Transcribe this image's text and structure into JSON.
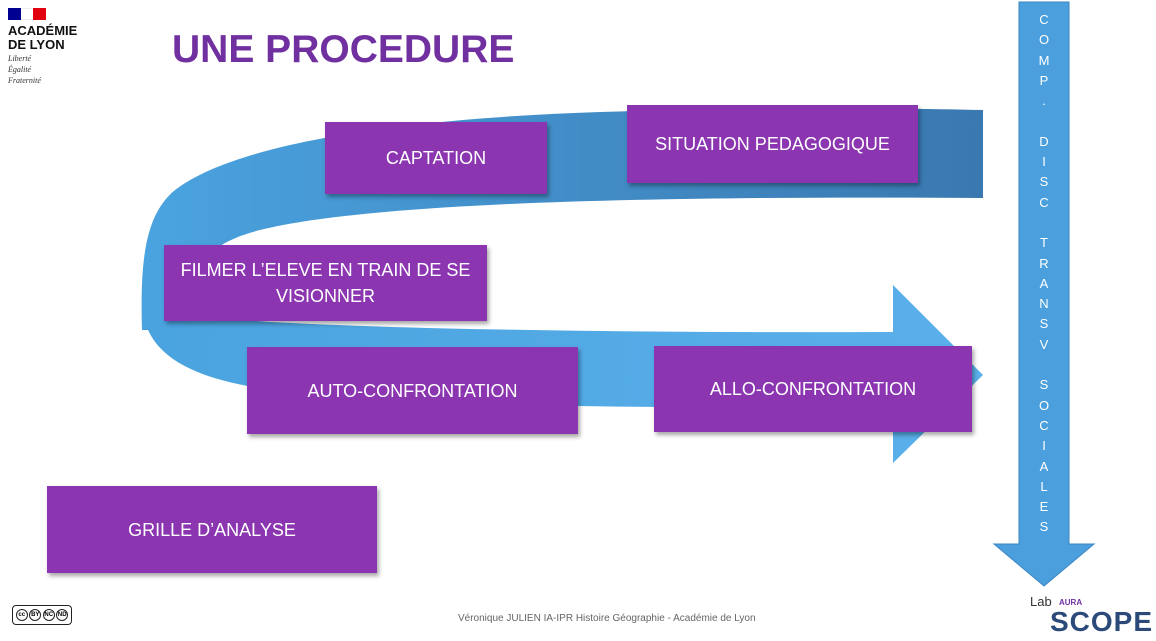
{
  "logo": {
    "line1": "ACADÉMIE",
    "line2": "DE LYON",
    "motto1": "Liberté",
    "motto2": "Égalité",
    "motto3": "Fraternité"
  },
  "title": "UNE PROCEDURE",
  "boxes": {
    "captation": "CAPTATION",
    "situation": "SITUATION PEDAGOGIQUE",
    "filmer_line1": "FILMER L’ELEVE EN TRAIN DE SE",
    "filmer_line2": "VISIONNER",
    "auto": "AUTO-CONFRONTATION",
    "allo": "ALLO-CONFRONTATION",
    "grille": "GRILLE D’ANALYSE"
  },
  "vertical_arrow_letters": [
    "C",
    "O",
    "M",
    "P",
    ".",
    "",
    "D",
    "I",
    "S",
    "C",
    "",
    "T",
    "R",
    "A",
    "N",
    "S",
    "V",
    "",
    "S",
    "O",
    "C",
    "I",
    "A",
    "L",
    "E",
    "S"
  ],
  "footer": "Véronique JULIEN IA-IPR Histoire Géographie - Académie de Lyon",
  "cc_badge": [
    "cc",
    "BY",
    "NC",
    "ND"
  ],
  "lab_logo": {
    "lab": "Lab",
    "aura": "AURA",
    "scope": "SCOPE"
  },
  "colors": {
    "title": "#7030a0",
    "box": "#8b35b0",
    "arrow_light": "#4aa3df",
    "arrow_dark": "#3a7db8"
  }
}
